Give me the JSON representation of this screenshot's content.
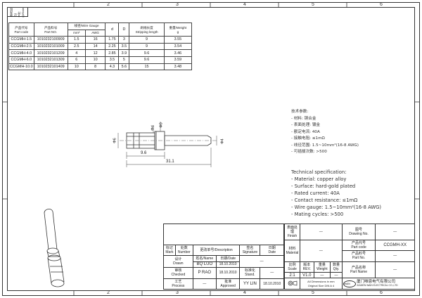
{
  "zones": {
    "top": [
      "2",
      "3",
      "4",
      "5",
      "6"
    ],
    "bottom": [
      "2",
      "3",
      "4",
      "5",
      "6"
    ]
  },
  "rev_box": {
    "a": "更改标记",
    "b": "文件号/Date"
  },
  "parts_table": {
    "headers": {
      "part_code": "产品代号\nPart code",
      "part_no": "产品料号\nPart NO.",
      "wire_gauge": "线径/Wire Gauge",
      "mm2": "mm²",
      "awg": "AWG",
      "d": "d",
      "D": "D",
      "stripping": "剥线长度\nStripping length",
      "weight": "重量/Weight\ng"
    },
    "rows": [
      [
        "CCGMH-1.5",
        "1010232100909",
        "1.5",
        "16",
        "1.75",
        "3",
        "9",
        "3.55"
      ],
      [
        "CCGMH-2.5",
        "1010232101009",
        "2.5",
        "14",
        "2.25",
        "3.5",
        "9",
        "3.54"
      ],
      [
        "CCGMH-4.0",
        "1010232101209",
        "4",
        "12",
        "2.85",
        "3.9",
        "9.6",
        "3.46"
      ],
      [
        "CCGMH-6.0",
        "1010232101309",
        "6",
        "10",
        "3.5",
        "5",
        "9.6",
        "3.59"
      ],
      [
        "CCGMH-10.0",
        "1010232101409",
        "10",
        "8",
        "4.3",
        "5.6",
        "15",
        "3.48"
      ]
    ]
  },
  "drawing": {
    "dim_d0": "Φ0",
    "dim_d": "Φd",
    "dim_6": "Φ6",
    "dim_4": "Φ4",
    "len_short": "9.6",
    "len_total": "31.1"
  },
  "spec_cn": {
    "title": "技术参数:",
    "lines": [
      "- 材料: 铜合金",
      "- 表面处理: 镀金",
      "- 额定电流: 40A",
      "- 接触电阻: ≤1mΩ",
      "- 线径范围: 1.5~10mm²(16-8 AWG)",
      "- 可插拔次数: >500"
    ]
  },
  "spec_en": {
    "title": "Technical specification:",
    "lines": [
      "- Material: copper alloy",
      "- Surface: hard-gold plated",
      "- Rated current: 40A",
      "- Contact resistance: ≤1mΩ",
      "- Wire gauge: 1.5~10mm²(16-8 AWG)",
      "- Mating cycles: >500"
    ]
  },
  "title_block": {
    "finish_label": "表面处理\nFinish",
    "finish_value": "—",
    "material_label": "材料\nMaterial",
    "material_value": "—",
    "drawing_no_label": "图号\nDrawing No.",
    "drawing_no_value": "—",
    "part_code_label": "产品代号\nPart code",
    "part_code_value": "CCGMH-XX",
    "part_no_label": "产品料号\nPart No.",
    "part_no_value": "—",
    "part_name_label": "产品名称\nPart Name",
    "part_name_value": "—",
    "scale_label": "比例\nScale",
    "scale_value": "2:1",
    "rev_label": "版本\nREV.",
    "rev_value": "V1.0",
    "weight_label": "重量\nWeight",
    "weight_value": "—",
    "qty_label": "数量\nQty.",
    "qty_value": "—",
    "note1": "All Dimensions in mm",
    "note2": "Original Size DIN A 4",
    "company_cn": "厦门唯恩电气有限公司",
    "company_en": "XIAMEN WAIN ELECTRICAL CO.,LTD",
    "logo": "WAIN",
    "mark_label": "标记\nMark",
    "number_label": "处数\nNumber",
    "change_label": "更改单号/Description",
    "signature_label": "签名\nSignature",
    "date_label": "日期\nDate",
    "drawn_label": "设计\nDrawn",
    "drawn_name": "BQ LUO",
    "drawn_date": "18.10.2010",
    "checked_label": "审核\nChecked",
    "checked_name": "P RAO",
    "checked_date": "18.10.2010",
    "process_label": "工艺\nProcess",
    "process_value": "—",
    "approved_label": "批准\nApproved",
    "approved_name": "YY LIN",
    "approved_date": "18.10.2010",
    "name_date_label": "姓名/Name",
    "date2_label": "日期/Date",
    "stand_label": "标准化\nStand.",
    "stand_value": "—",
    "blank": "—"
  }
}
